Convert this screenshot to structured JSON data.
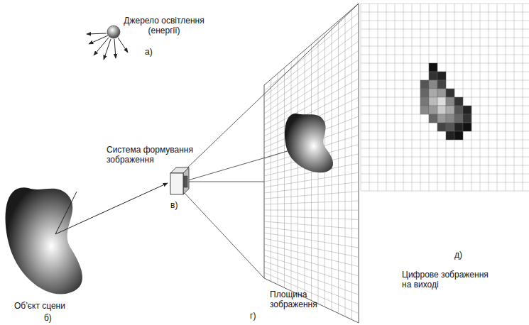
{
  "diagram": {
    "labels": [
      "Джерело освітлення (енергії)",
      "а)",
      "Об’єкт сцени",
      "б)",
      "Система формування зображення",
      "в)",
      "Площина зображення",
      "г)",
      "Цифрове зображення на виході",
      "д)"
    ]
  }
}
